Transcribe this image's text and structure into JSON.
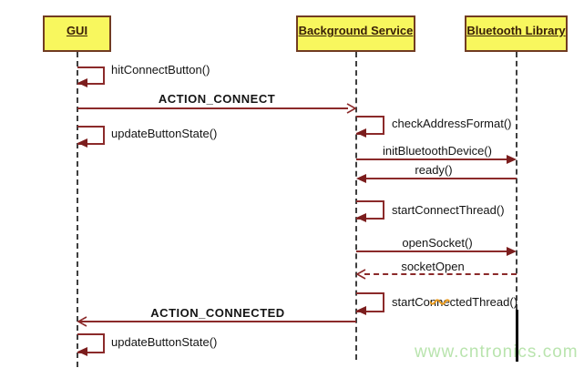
{
  "diagram": {
    "type": "uml-sequence-diagram",
    "actors": [
      {
        "label": "GUI"
      },
      {
        "label": "Background Service"
      },
      {
        "label": "Bluetooth Library"
      }
    ],
    "messages": {
      "hit_connect_button": "hitConnectButton()",
      "action_connect": "ACTION_CONNECT",
      "check_address_format": "checkAddressFormat()",
      "update_button_state_1": "updateButtonState()",
      "init_bluetooth_device": "initBluetoothDevice()",
      "ready": "ready()",
      "start_connect_thread": "startConnectThread()",
      "open_socket": "openSocket()",
      "socket_open": "socketOpen",
      "start_connected_thread_pre": "startCo",
      "start_connected_thread_marked": "nne",
      "start_connected_thread_post": "ctedThread()",
      "action_connected": "ACTION_CONNECTED",
      "update_button_state_2": "updateButtonState()"
    },
    "watermark": "www.cntronics.com",
    "colors": {
      "actor_fill": "#f8f75e",
      "actor_border": "#713c22",
      "actor_text": "#3a2008",
      "arrow": "#8b2a2a",
      "arrowhead": "#7b1d1d",
      "lifeline": "#3f3f3f",
      "text": "#141414",
      "watermark": "#b9e4ae",
      "highlight": "#e8991c"
    }
  }
}
